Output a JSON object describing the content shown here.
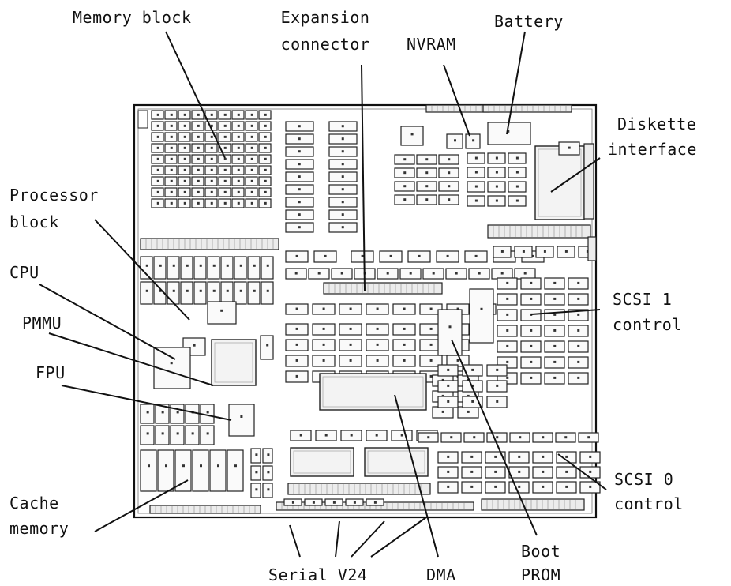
{
  "labels": {
    "memory_block": "Memory block",
    "expansion_connector_line1": "Expansion",
    "expansion_connector_line2": "connector",
    "nvram": "NVRAM",
    "battery": "Battery",
    "diskette_line1": "Diskette",
    "diskette_line2": "interface",
    "processor_line1": "Processor",
    "processor_line2": "block",
    "cpu": "CPU",
    "pmmu": "PMMU",
    "fpu": "FPU",
    "scsi1_line1": "SCSI 1",
    "scsi1_line2": "control",
    "scsi0_line1": "SCSI 0",
    "scsi0_line2": "control",
    "cache_line1": "Cache",
    "cache_line2": "memory",
    "boot_line1": "Boot",
    "boot_line2": "PROM",
    "serial": "Serial V24",
    "dma": "DMA"
  }
}
